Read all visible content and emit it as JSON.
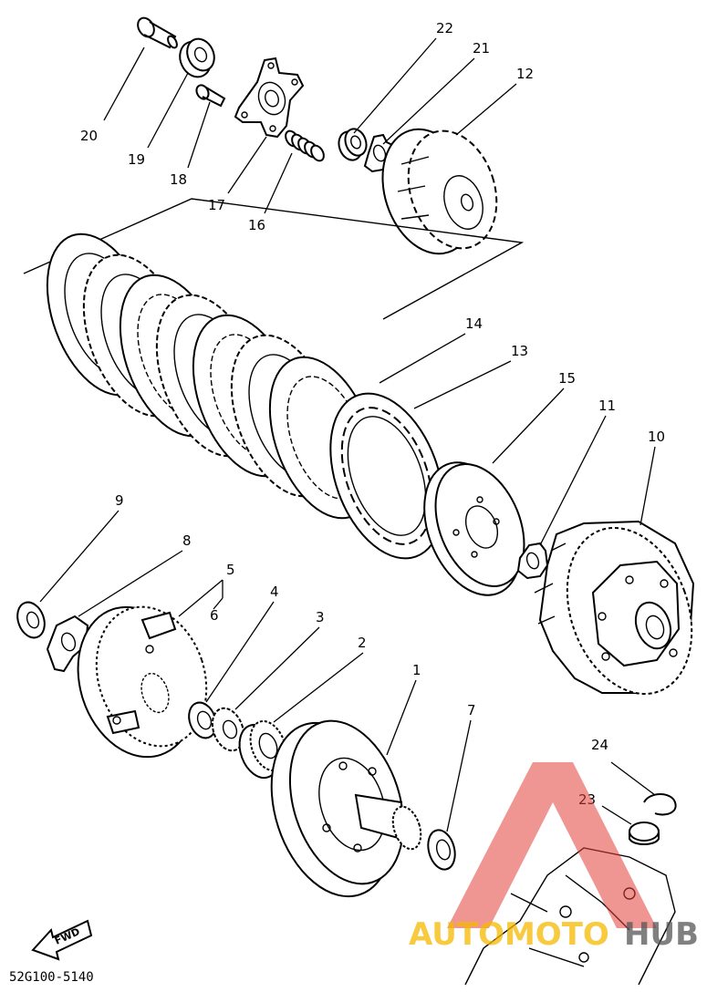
{
  "diagram": {
    "part_labels": [
      {
        "id": "p1",
        "text": "1"
      },
      {
        "id": "p2",
        "text": "2"
      },
      {
        "id": "p3",
        "text": "3"
      },
      {
        "id": "p4",
        "text": "4"
      },
      {
        "id": "p5",
        "text": "5"
      },
      {
        "id": "p6",
        "text": "6"
      },
      {
        "id": "p7",
        "text": "7"
      },
      {
        "id": "p8",
        "text": "8"
      },
      {
        "id": "p9",
        "text": "9"
      },
      {
        "id": "p10",
        "text": "10"
      },
      {
        "id": "p11",
        "text": "11"
      },
      {
        "id": "p12",
        "text": "12"
      },
      {
        "id": "p13",
        "text": "13"
      },
      {
        "id": "p14",
        "text": "14"
      },
      {
        "id": "p15",
        "text": "15"
      },
      {
        "id": "p16",
        "text": "16"
      },
      {
        "id": "p17",
        "text": "17"
      },
      {
        "id": "p18",
        "text": "18"
      },
      {
        "id": "p19",
        "text": "19"
      },
      {
        "id": "p20",
        "text": "20"
      },
      {
        "id": "p21",
        "text": "21"
      },
      {
        "id": "p22",
        "text": "22"
      },
      {
        "id": "p23",
        "text": "23"
      },
      {
        "id": "p24",
        "text": "24"
      }
    ],
    "direction_label": "FWD",
    "drawing_code": "52G100-5140",
    "watermark": {
      "text_left": "AUTOMOTO",
      "text_right": "HUB",
      "color_left": "#f5b800",
      "color_right": "#555555",
      "logo_color": "#e2403a"
    }
  }
}
